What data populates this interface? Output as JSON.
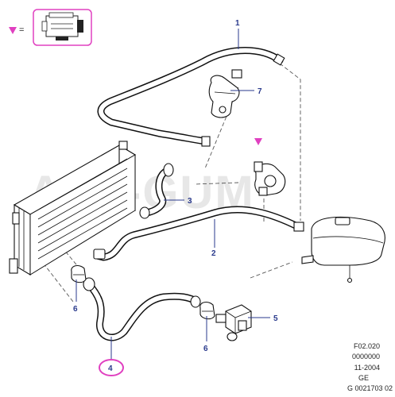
{
  "legend": {
    "symbol_color": "#e040c0",
    "equals": "="
  },
  "watermark": "ART-GUM",
  "callouts": [
    {
      "id": "1",
      "label": "1"
    },
    {
      "id": "2",
      "label": "2"
    },
    {
      "id": "3",
      "label": "3"
    },
    {
      "id": "4",
      "label": "4"
    },
    {
      "id": "5",
      "label": "5"
    },
    {
      "id": "6a",
      "label": "6"
    },
    {
      "id": "6b",
      "label": "6"
    },
    {
      "id": "7",
      "label": "7"
    }
  ],
  "reference_lines": [
    "F02.020",
    "0000000",
    "11-2004",
    "GE",
    "G 0021703 02"
  ],
  "colors": {
    "callout": "#2a3a8c",
    "highlight": "#e040c0",
    "line": "#111111"
  }
}
